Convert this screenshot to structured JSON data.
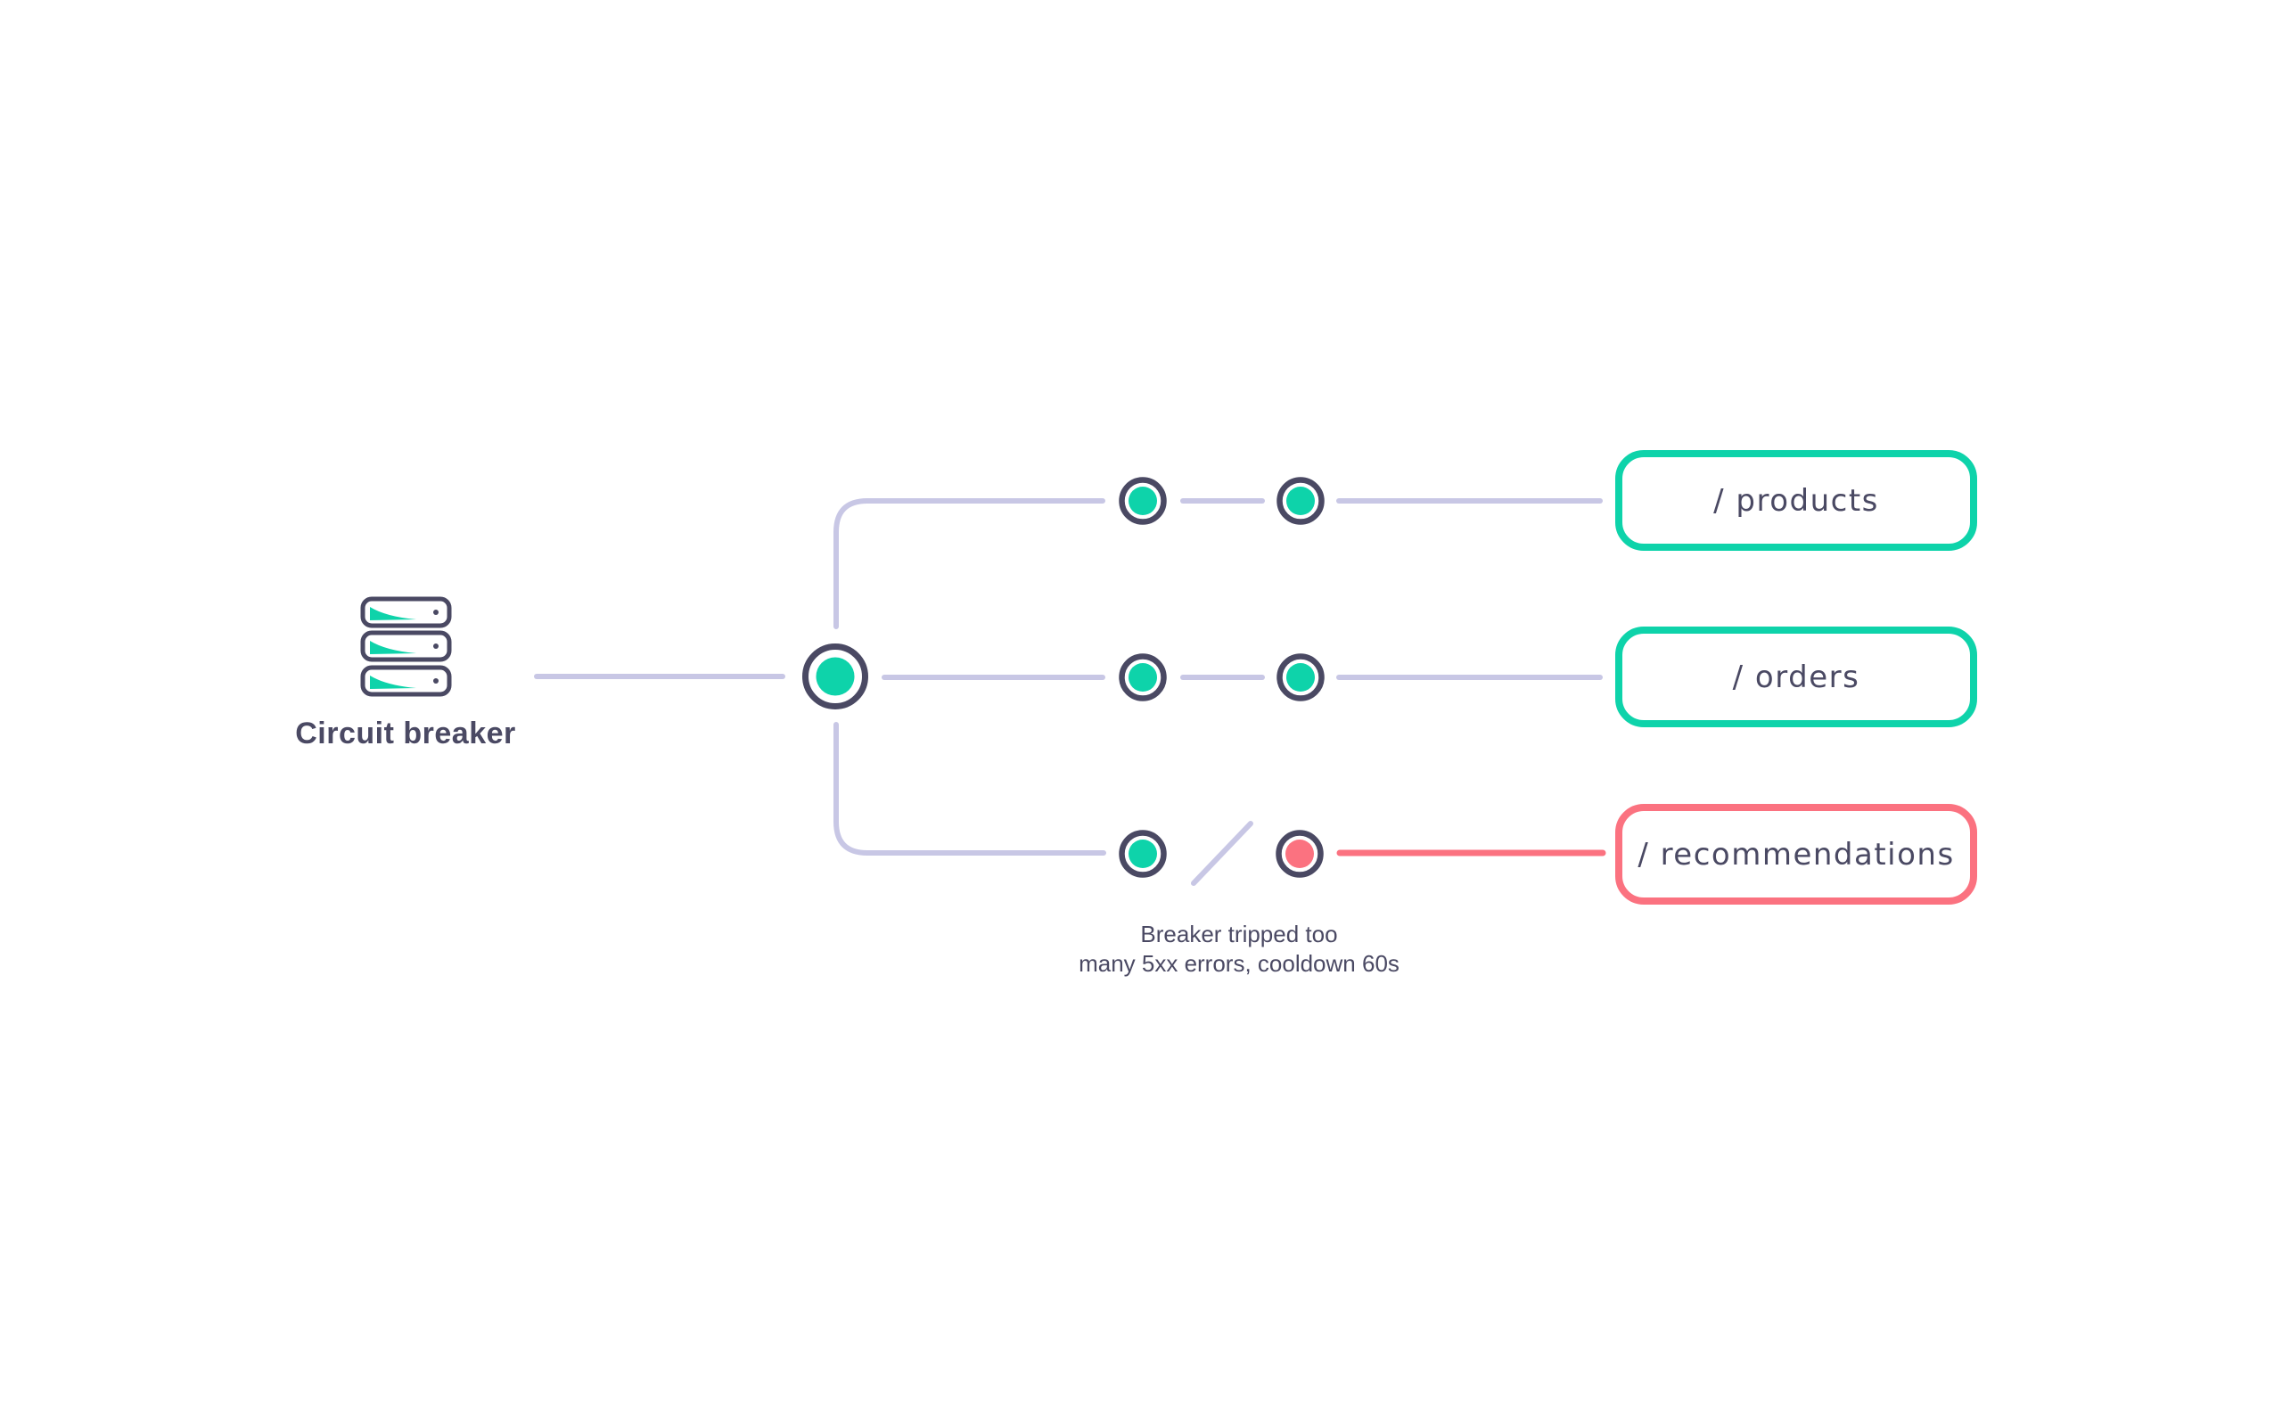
{
  "diagram": {
    "source_label": "Circuit breaker",
    "source_icon": "server-stack-icon",
    "breaker_node_state": "closed",
    "endpoints": [
      {
        "label": "/ products",
        "state": "closed",
        "path_nodes": [
          "closed",
          "closed"
        ]
      },
      {
        "label": "/ orders",
        "state": "closed",
        "path_nodes": [
          "closed",
          "closed"
        ]
      },
      {
        "label": "/ recommendations",
        "state": "open",
        "path_nodes": [
          "closed",
          "open"
        ]
      }
    ],
    "caption": {
      "line1": "Breaker tripped too",
      "line2": "many 5xx errors, cooldown 60s"
    },
    "colors": {
      "background": "#ffffff",
      "ink": "#4a4963",
      "line": "#c8c7e5",
      "healthy": "#0ed3aa",
      "tripped": "#fb7280"
    }
  }
}
